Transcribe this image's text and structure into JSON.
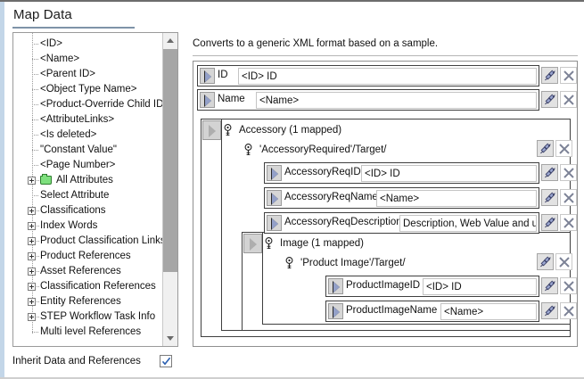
{
  "page": {
    "title": "Map Data",
    "description": "Converts to a generic XML format based on a sample.",
    "inherit_label": "Inherit Data and References",
    "inherit_checked": true,
    "accent_rule_color": "#7f93a8",
    "left_strip_color": "#c3d6e8"
  },
  "tree": {
    "nodes": [
      {
        "label": "<ID>",
        "type": "leaf"
      },
      {
        "label": "<Name>",
        "type": "leaf"
      },
      {
        "label": "<Parent ID>",
        "type": "leaf"
      },
      {
        "label": "<Object Type Name>",
        "type": "leaf"
      },
      {
        "label": "<Product-Override Child ID>",
        "type": "leaf"
      },
      {
        "label": "<AttributeLinks>",
        "type": "leaf"
      },
      {
        "label": "<Is deleted>",
        "type": "leaf"
      },
      {
        "label": "\"Constant Value\"",
        "type": "leaf"
      },
      {
        "label": "<Page Number>",
        "type": "leaf"
      },
      {
        "label": "All Attributes",
        "type": "folder",
        "expander": "plus",
        "icon": "folder-icon"
      },
      {
        "label": "Select Attribute",
        "type": "leaf"
      },
      {
        "label": "Classifications",
        "type": "branch",
        "expander": "plus"
      },
      {
        "label": "Index Words",
        "type": "branch",
        "expander": "plus"
      },
      {
        "label": "Product Classification Links",
        "type": "branch",
        "expander": "plus"
      },
      {
        "label": "Product References",
        "type": "branch",
        "expander": "plus"
      },
      {
        "label": "Asset References",
        "type": "branch",
        "expander": "plus"
      },
      {
        "label": "Classification References",
        "type": "branch",
        "expander": "plus"
      },
      {
        "label": "Entity References",
        "type": "branch",
        "expander": "plus"
      },
      {
        "label": "STEP Workflow Task Info",
        "type": "branch",
        "expander": "plus"
      },
      {
        "label": "Multi level References",
        "type": "leaf"
      }
    ],
    "scroll": {
      "up_icon": "chevron-up-icon",
      "down_icon": "chevron-down-icon",
      "thumb_position": "top"
    }
  },
  "mapping": {
    "rows": [
      {
        "id": "id",
        "name": "ID",
        "value": "<ID> ID"
      },
      {
        "id": "name",
        "name": "Name",
        "value": "<Name>"
      },
      {
        "id": "accessory-req-id",
        "name": "AccessoryReqID",
        "value": "<ID> ID"
      },
      {
        "id": "accessory-req-name",
        "name": "AccessoryReqName",
        "value": "<Name>"
      },
      {
        "id": "accessory-req-desc",
        "name": "AccessoryReqDescription",
        "value": "Description, Web Value and unit"
      },
      {
        "id": "product-image-id",
        "name": "ProductImageID",
        "value": "<ID> ID"
      },
      {
        "id": "product-image-name",
        "name": "ProductImageName",
        "value": "<Name>"
      }
    ],
    "groups": [
      {
        "id": "accessory",
        "title": "Accessory (1 mapped)"
      },
      {
        "id": "accessory-target",
        "title": "'AccessoryRequired'/Target/"
      },
      {
        "id": "image",
        "title": "Image (1 mapped)"
      },
      {
        "id": "product-image-target",
        "title": "'Product Image'/Target/"
      }
    ],
    "icons": {
      "play": "play-triangle-icon",
      "link": "link-chain-icon",
      "remove": "close-x-icon",
      "pin": "pin-marker-icon",
      "expand": "expand-arrow-icon"
    }
  }
}
